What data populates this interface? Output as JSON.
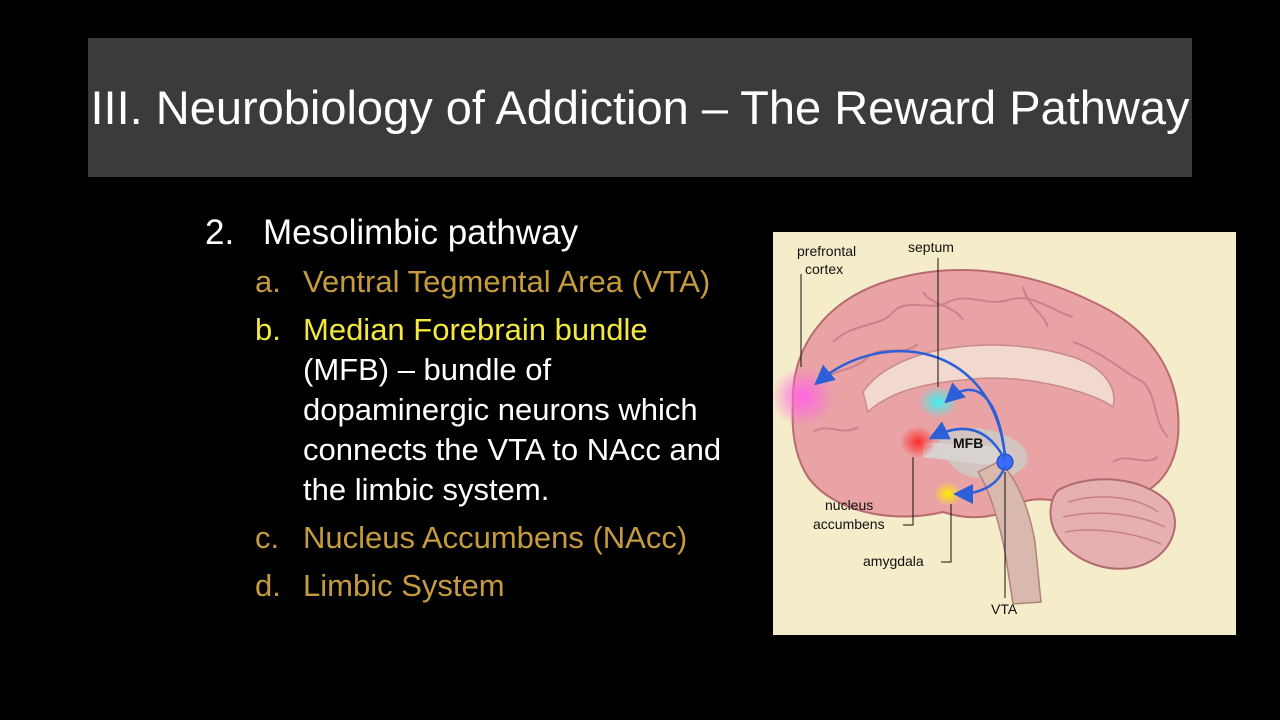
{
  "slide": {
    "title": "III. Neurobiology of Addiction – The Reward Pathway"
  },
  "outline": {
    "number": "2.",
    "heading": "Mesolimbic pathway",
    "items": [
      {
        "letter": "a.",
        "text": "Ventral Tegmental Area (VTA)",
        "color": "#c59b3d"
      },
      {
        "letter": "b.",
        "highlight": "Median Forebrain bundle",
        "text": "(MFB) – bundle of dopaminergic neurons which connects the VTA to NAcc and the limbic system.",
        "color": "#f3e83c"
      },
      {
        "letter": "c.",
        "text": "Nucleus Accumbens (NAcc)",
        "color": "#c59b3d"
      },
      {
        "letter": "d.",
        "text": "Limbic System",
        "color": "#c59b3d"
      }
    ]
  },
  "figure": {
    "labels": {
      "prefrontal": "prefrontal",
      "cortex": "cortex",
      "septum": "septum",
      "mfb": "MFB",
      "nucleus": "nucleus",
      "accumbens": "accumbens",
      "amygdala": "amygdala",
      "vta": "VTA"
    },
    "region_colors": {
      "prefrontal": "#ff66e0",
      "septum": "#3ff0f0",
      "nucleus_accumbens": "#ff2a2a",
      "amygdala": "#ffee00",
      "vta": "#3a6cff"
    }
  }
}
